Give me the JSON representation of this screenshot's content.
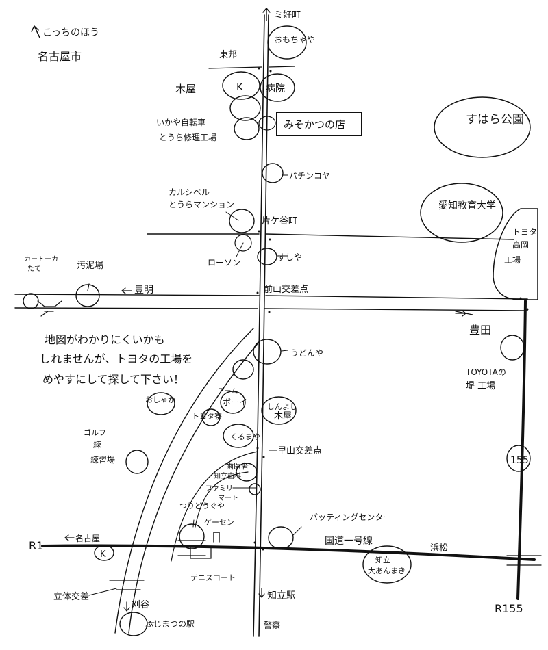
{
  "orientation": {
    "arrow_text": "こっちのほう",
    "city": "名古屋市"
  },
  "directions": {
    "north_road": "ミ好町",
    "toyoake": "豊明",
    "toyota": "豊田",
    "kariya": "刈谷",
    "nagoya": "名古屋",
    "chiryu_station": "知立駅",
    "hamamatsu": "浜松"
  },
  "roads": {
    "r1": "R1",
    "r155": "R155",
    "r155_badge": "155",
    "national_route": "国道一号線"
  },
  "intersections": {
    "dangoyama": "前山交差点",
    "ichirizuka": "一里山交差点",
    "sanya": "片ケ谷町"
  },
  "highlight_shop": "みそかつの店",
  "parks": {
    "suhara": "すはら公園",
    "aichi_edu": "愛知教育大学"
  },
  "landmarks": {
    "omochaya": "おもちゃや",
    "toshin": "東邦",
    "kiya": "木屋",
    "hospital_k": "K",
    "hospital": "病院",
    "bicycle": "いかや自転車",
    "tire_shop": "とうら修理工場",
    "pachinko": "パチンコヤ",
    "mansion_line1": "カルシベル",
    "mansion_line2": "とうらマンション",
    "lawson": "ローソン",
    "sushiya": "すしや",
    "kart_line1": "カートーカ",
    "kart_line2": "たて",
    "pool": "汚泥場",
    "udonya": "うどんや",
    "oshaka": "おしゃか",
    "arm": "アーム",
    "bowling": "ボーイ",
    "toyota_dorm": "トヨタ寮",
    "shinobi": "しんよし",
    "kiya2": "木屋",
    "kurumaya": "くるまや",
    "golf_line1": "ゴルフ",
    "golf_line2": "練",
    "golf_line3": "練習場",
    "dentist_line1": "歯医者",
    "dentist_line2": "知立歯科",
    "family_line1": "ファミリー",
    "family_line2": "マート",
    "tsuri": "つりどうぐや",
    "gesen": "ゲーセン",
    "tennis": "テニスコート",
    "batting": "バッティングセンター",
    "k_circle": "K",
    "chiryu_line1": "知立",
    "chiryu_line2": "大あんまき",
    "tachikawa": "立体交差",
    "fujimatsu": "ふじまつの駅",
    "police": "警察",
    "toyota_takaoka_line1": "トヨタ",
    "toyota_takaoka_line2": "高岡",
    "toyota_takaoka_line3": "工場",
    "toyota_tsutsumi_line1": "TOYOTAの",
    "toyota_tsutsumi_line2": "堤 工場"
  },
  "note_lines": [
    "地図がわかりにくいかも",
    "しれませんが、トヨタの工場を",
    "めやすにして探して下さい！"
  ]
}
